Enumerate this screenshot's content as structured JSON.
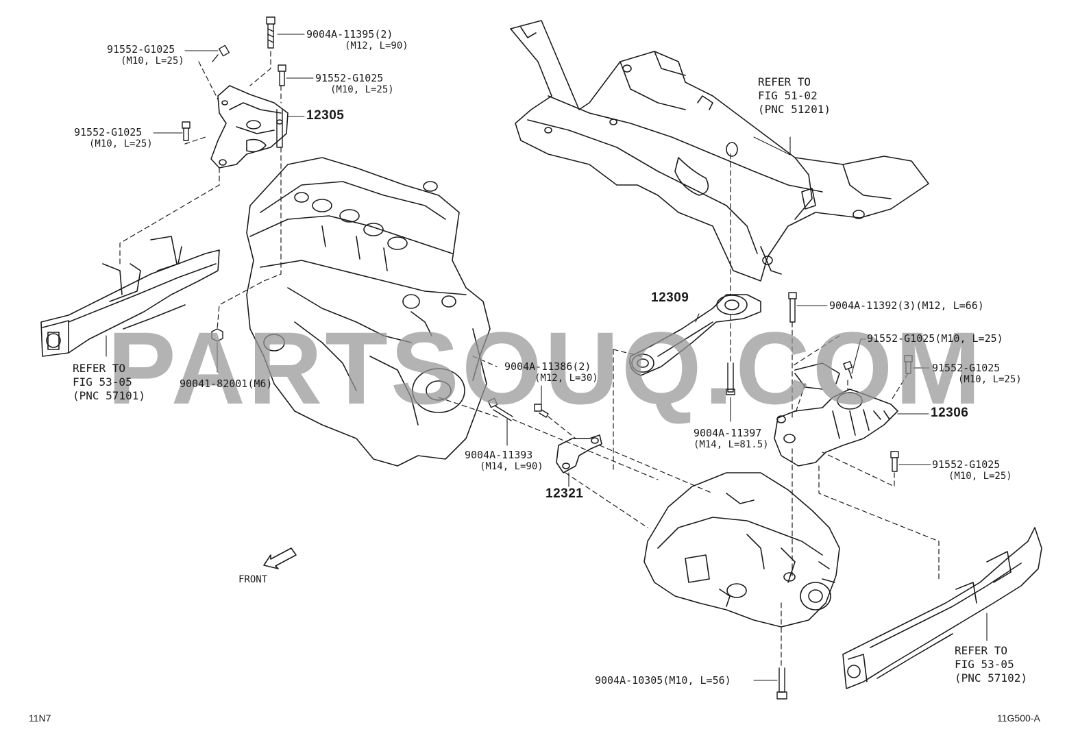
{
  "diagram": {
    "watermark": "PARTSOUQ.COM",
    "front_label": "FRONT",
    "corner_left": "11N7",
    "corner_right": "11G500-A",
    "callouts": [
      {
        "id": "b1",
        "part": "9004A-11395(2)",
        "spec": "(M12, L=90)"
      },
      {
        "id": "b2",
        "part": "91552-G1025",
        "spec": "(M10, L=25)"
      },
      {
        "id": "b3",
        "part": "91552-G1025",
        "spec": "(M10, L=25)"
      },
      {
        "id": "b4",
        "part": "91552-G1025",
        "spec": "(M10, L=25)"
      },
      {
        "id": "m1",
        "part": "12305"
      },
      {
        "id": "m2",
        "part": "12309"
      },
      {
        "id": "m3",
        "part": "12306"
      },
      {
        "id": "m4",
        "part": "12321"
      },
      {
        "id": "n1",
        "part": "90041-82001(M6)"
      },
      {
        "id": "b5",
        "part": "9004A-11386(2)",
        "spec": "(M12, L=30)"
      },
      {
        "id": "b6",
        "part": "9004A-11393",
        "spec": "(M14, L=90)"
      },
      {
        "id": "b7",
        "part": "9004A-11392(3)(M12, L=66)"
      },
      {
        "id": "b8",
        "part": "91552-G1025(M10, L=25)"
      },
      {
        "id": "b9",
        "part": "91552-G1025",
        "spec": "(M10, L=25)"
      },
      {
        "id": "b10",
        "part": "9004A-11397",
        "spec": "(M14, L=81.5)"
      },
      {
        "id": "b11",
        "part": "91552-G1025",
        "spec": "(M10, L=25)"
      },
      {
        "id": "b12",
        "part": "9004A-10305(M10, L=56)"
      }
    ],
    "references": [
      {
        "id": "r1",
        "lines": [
          "REFER TO",
          "FIG 51-02",
          "(PNC 51201)"
        ]
      },
      {
        "id": "r2",
        "lines": [
          "REFER TO",
          "FIG 53-05",
          "(PNC 57101)"
        ]
      },
      {
        "id": "r3",
        "lines": [
          "REFER TO",
          "FIG 53-05",
          "(PNC 57102)"
        ]
      }
    ]
  }
}
